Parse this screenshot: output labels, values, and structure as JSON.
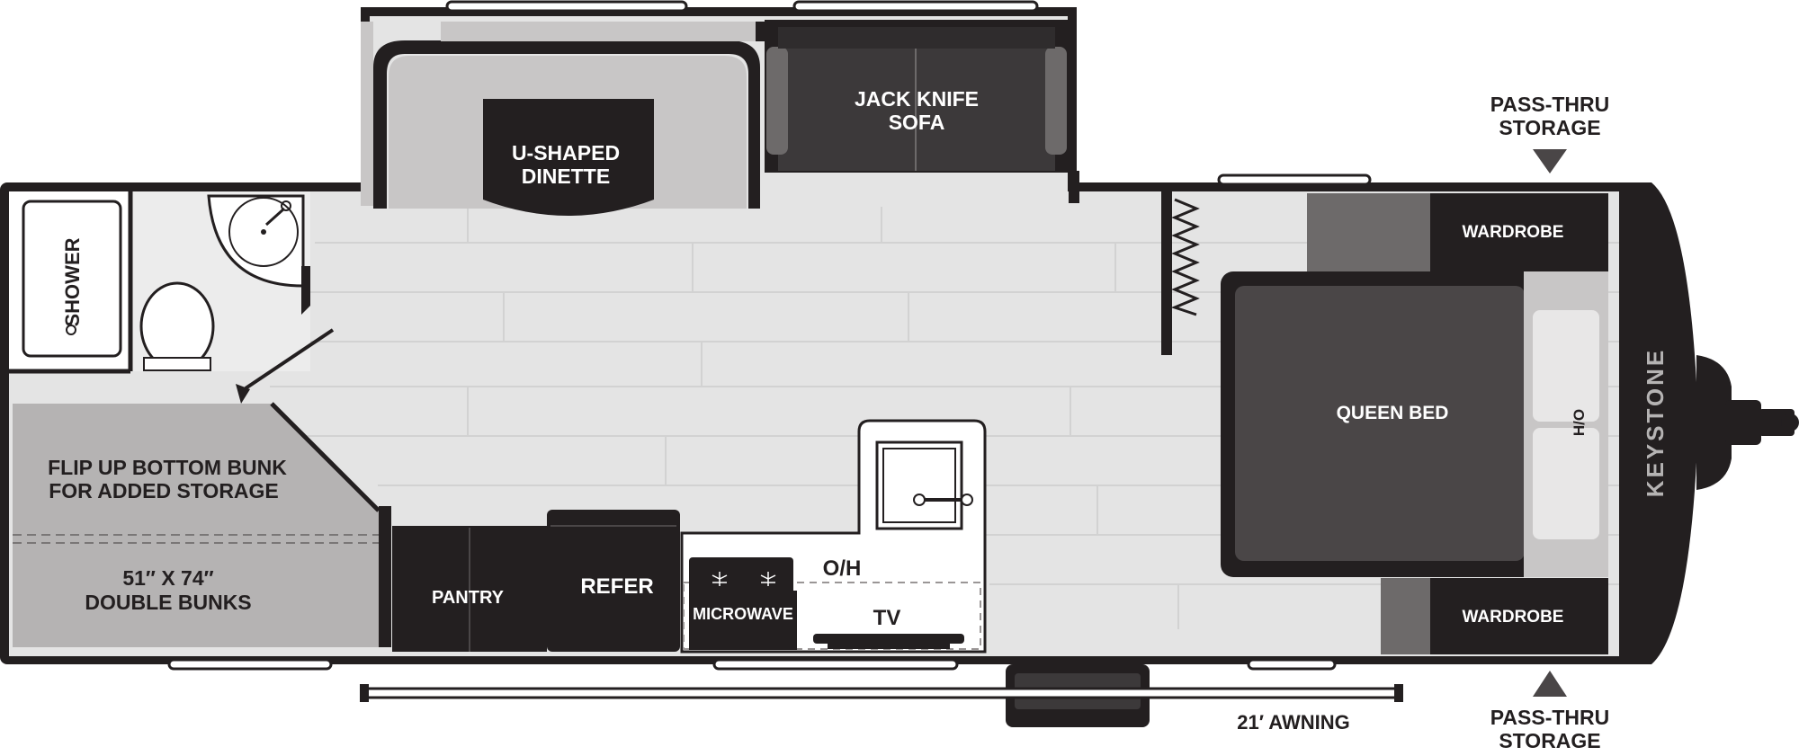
{
  "labels": {
    "dinette_line1": "U-SHAPED",
    "dinette_line2": "DINETTE",
    "sofa_line1": "JACK KNIFE",
    "sofa_line2": "SOFA",
    "shower": "SHOWER",
    "bunk_note_line1": "FLIP UP BOTTOM BUNK",
    "bunk_note_line2": "FOR ADDED STORAGE",
    "bunks_size": "51″ X 74″",
    "bunks_name": "DOUBLE BUNKS",
    "pantry": "PANTRY",
    "refer": "REFER",
    "microwave": "MICROWAVE",
    "overhead": "O/H",
    "tv": "TV",
    "queen_bed": "QUEEN BED",
    "bed_overhead": "H/O",
    "wardrobe_top": "WARDROBE",
    "wardrobe_bottom": "WARDROBE",
    "pass_thru_top_line1": "PASS-THRU",
    "pass_thru_top_line2": "STORAGE",
    "pass_thru_bottom_line1": "PASS-THRU",
    "pass_thru_bottom_line2": "STORAGE",
    "awning": "21′ AWNING",
    "brand": "KEYSTONE"
  },
  "colors": {
    "wall": "#231f20",
    "floor": "#e4e4e4",
    "floor_plank": "#d2d2d2",
    "dark_fixture": "#2f2c2d",
    "mid_fixture": "#6d6a6a",
    "light_fixture": "#c8c6c6",
    "bunk_fill": "#b5b3b3",
    "label_light": "#ffffff",
    "label_dark": "#231f20"
  }
}
